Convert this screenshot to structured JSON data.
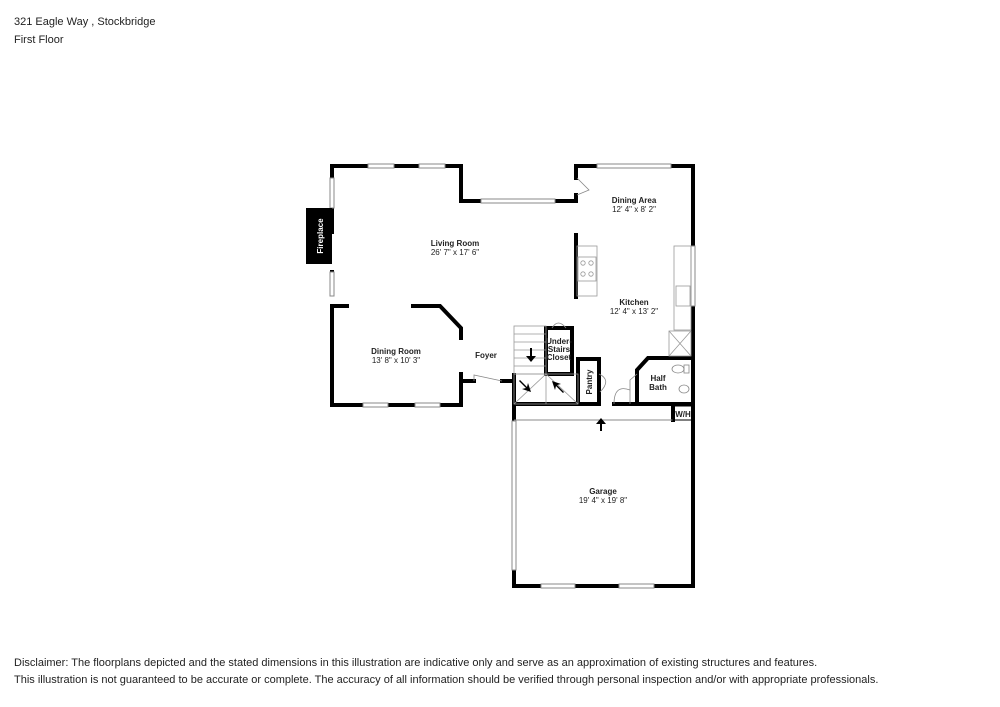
{
  "header": {
    "address": "321 Eagle Way , Stockbridge",
    "floor": "First Floor"
  },
  "rooms": [
    {
      "name": "Living Room",
      "dims": "26' 7\" x 17' 6\""
    },
    {
      "name": "Dining Area",
      "dims": "12' 4\" x 8' 2\""
    },
    {
      "name": "Kitchen",
      "dims": "12' 4\" x 13' 2\""
    },
    {
      "name": "Dining Room",
      "dims": "13' 8\" x 10' 3\""
    },
    {
      "name": "Foyer"
    },
    {
      "name": "Under-",
      "line2": "Stairs",
      "line3": "Closet"
    },
    {
      "name": "Pantry"
    },
    {
      "name": "Half",
      "line2": "Bath"
    },
    {
      "name": "W/H"
    },
    {
      "name": "Garage",
      "dims": "19' 4\" x 19' 8\""
    }
  ],
  "features": {
    "fireplace": "Fireplace"
  },
  "disclaimer": {
    "line1": "Disclaimer: The floorplans depicted and the stated dimensions in this illustration are indicative only and serve as an approximation of existing structures and features.",
    "line2": "This illustration is not guaranteed to be accurate or complete. The accuracy of all information should be verified through personal inspection and/or with appropriate professionals."
  }
}
